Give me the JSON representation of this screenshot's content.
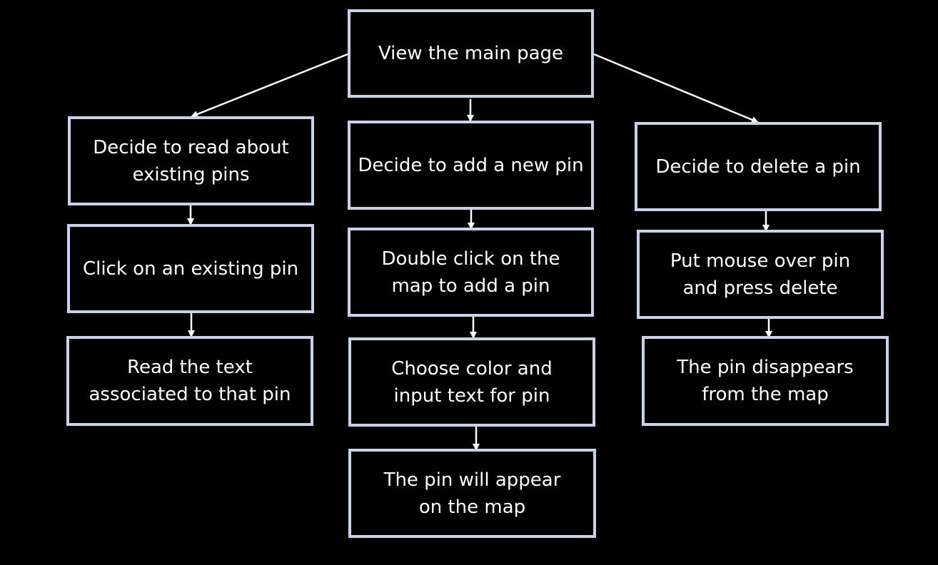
{
  "nodes": {
    "main": "View the main page",
    "read": "Decide to read about\nexisting pins",
    "add": "Decide to add a new pin",
    "delete": "Decide to delete a pin",
    "click": "Click on an existing pin",
    "dbl": "Double click on the\nmap to add a pin",
    "mouse": "Put mouse over pin\nand press delete",
    "text": "Read the text\nassociated to that pin",
    "choose": "Choose color and\ninput text for pin",
    "gone": "The pin disappears\nfrom the map",
    "appear": "The pin will appear\non the map"
  },
  "edges": [
    [
      "main",
      "read"
    ],
    [
      "main",
      "add"
    ],
    [
      "main",
      "delete"
    ],
    [
      "read",
      "click"
    ],
    [
      "click",
      "text"
    ],
    [
      "add",
      "dbl"
    ],
    [
      "dbl",
      "choose"
    ],
    [
      "choose",
      "appear"
    ],
    [
      "delete",
      "mouse"
    ],
    [
      "mouse",
      "gone"
    ]
  ],
  "colors": {
    "background": "#000000",
    "box_border": "#c9d2e8",
    "arrow": "#ffffff",
    "text": "#ffffff"
  }
}
